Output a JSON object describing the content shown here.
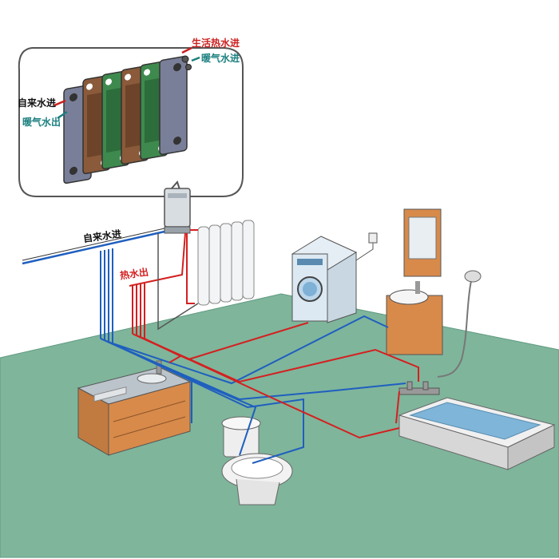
{
  "callout": {
    "inlets": [
      {
        "text": "生活热水进",
        "color": "#cc1f1f"
      },
      {
        "text": "暖气水进",
        "color": "#1b7f7f"
      }
    ],
    "outlets": [
      {
        "text": "自来水进",
        "color": "#111111"
      },
      {
        "text": "暖气水出",
        "color": "#1b7f7f"
      }
    ]
  },
  "pipes": {
    "cold_label": "自来水进",
    "hot_label": "热水出",
    "cold_color": "#1f5fbf",
    "hot_color": "#d42020"
  },
  "colors": {
    "floor": "#7fb59b",
    "cabinet": "#d88a4a",
    "appliance": "#dce9f3"
  }
}
